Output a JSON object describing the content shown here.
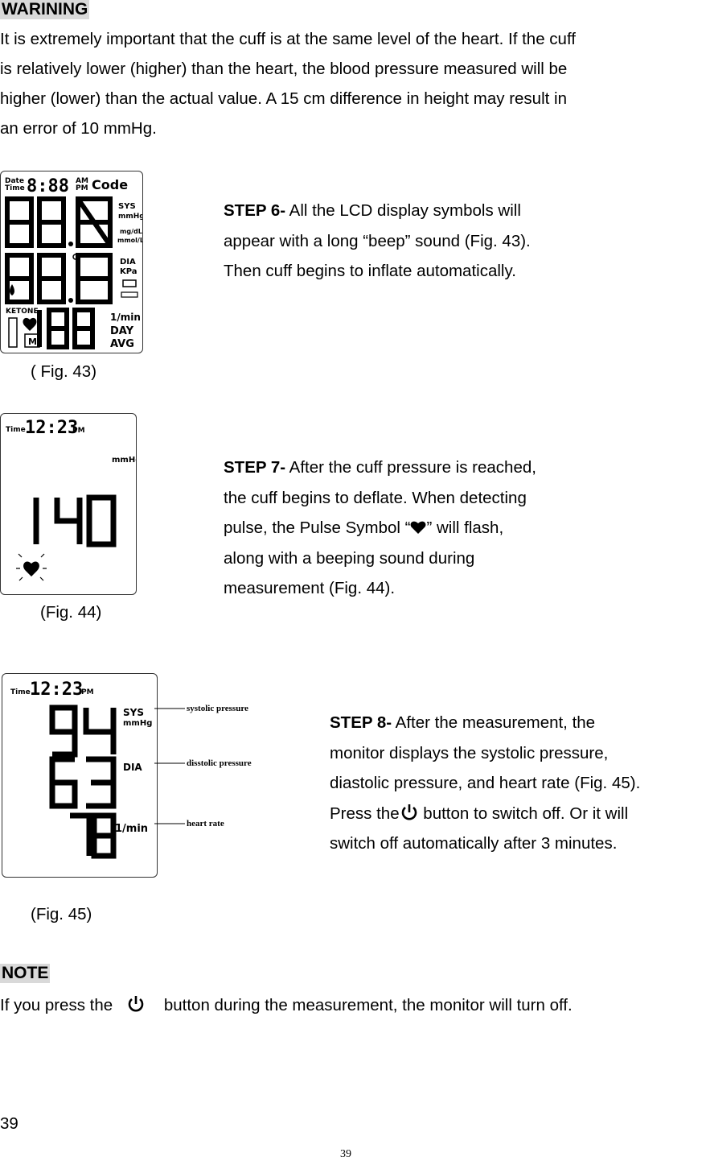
{
  "warning": {
    "heading": "WARINING",
    "lines": [
      "It is extremely important that the cuff is at the same level of the heart. If the cuff",
      "is relatively lower (higher) than the heart, the blood pressure measured will be",
      "higher (lower) than the actual value. A 15 cm difference in height may result in",
      "an error of 10 mmHg."
    ]
  },
  "step6": {
    "label": "STEP 6-",
    "lines": [
      " All the LCD display symbols will",
      "appear with a long “beep” sound (Fig. 43).",
      "Then cuff begins to inflate automatically."
    ],
    "caption": "( Fig. 43)",
    "lcd": {
      "date_time_label": "Date Time",
      "time_segments": "8:88",
      "am": "AM",
      "pm": "PM",
      "code": "Code",
      "sys": "SYS",
      "mmhg": "mmHg",
      "mgdl": "mg/dL",
      "mmoll": "mmol/L",
      "dia": "DIA",
      "kpa": "KPa",
      "ketone": "KETONE",
      "per_min": "1/min",
      "day": "DAY",
      "avg": "AVG",
      "m_label": "M"
    }
  },
  "step7": {
    "label": "STEP 7-",
    "lines": [
      " After the cuff pressure is reached,",
      "the cuff begins to deflate. When detecting",
      "pulse, the Pulse Symbol “",
      "” will flash,",
      "along with a beeping sound during",
      "measurement (Fig. 44)."
    ],
    "caption": "(Fig. 44)",
    "lcd": {
      "time_label": "Time",
      "time": "12:23",
      "pm": "PM",
      "unit": "mmHg",
      "value": "140"
    }
  },
  "step8": {
    "label": "STEP 8-",
    "lines": [
      " After the measurement, the",
      "monitor displays the systolic pressure,",
      "diastolic pressure, and heart rate (Fig. 45).",
      "Press the",
      " button to switch off. Or it will",
      "switch off automatically after 3 minutes."
    ],
    "caption": "(Fig. 45)",
    "lcd": {
      "time_label": "Time",
      "time": "12:23",
      "pm": "PM",
      "sys": "SYS",
      "mmhg": "mmHg",
      "dia": "DIA",
      "per_min": "1/min",
      "systolic": "94",
      "diastolic": "63",
      "pulse": "78",
      "annotations": [
        "systolic pressure",
        "disstolic pressure",
        "heart rate"
      ]
    }
  },
  "note": {
    "heading": "NOTE",
    "before": "If you press the",
    "after": " button during the measurement, the monitor will turn off."
  },
  "page_number": "39",
  "footer_number": "39",
  "colors": {
    "header_bg": "#d9d9d9",
    "lcd_segment": "#000000"
  },
  "icons": [
    "power-icon",
    "heart-icon"
  ]
}
